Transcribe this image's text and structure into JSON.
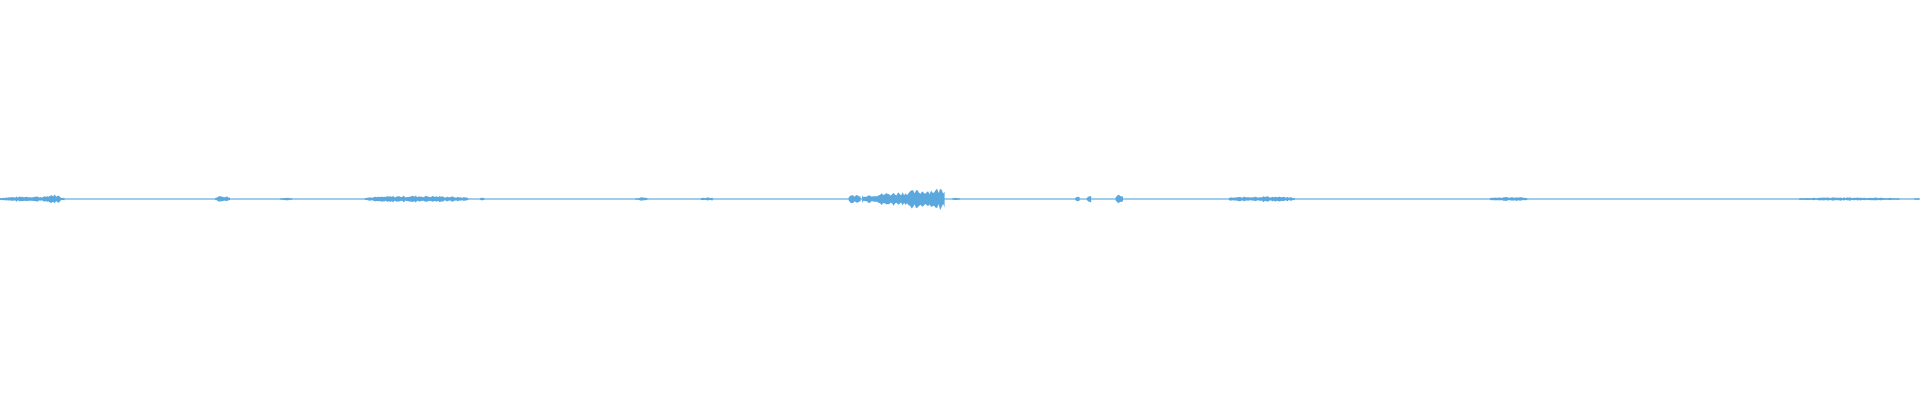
{
  "waveform": {
    "color": "#5aa8dd",
    "baseline_color": "#7fbde6",
    "duration_fraction_axis": "time",
    "segments": [
      {
        "start": 0.0,
        "end": 0.034,
        "amplitude": 0.015
      },
      {
        "start": 0.023,
        "end": 0.032,
        "amplitude": 0.025
      },
      {
        "start": 0.112,
        "end": 0.12,
        "amplitude": 0.018
      },
      {
        "start": 0.146,
        "end": 0.153,
        "amplitude": 0.008
      },
      {
        "start": 0.19,
        "end": 0.244,
        "amplitude": 0.018
      },
      {
        "start": 0.25,
        "end": 0.253,
        "amplitude": 0.008
      },
      {
        "start": 0.331,
        "end": 0.338,
        "amplitude": 0.01
      },
      {
        "start": 0.365,
        "end": 0.372,
        "amplitude": 0.01
      },
      {
        "start": 0.442,
        "end": 0.449,
        "amplitude": 0.025
      },
      {
        "start": 0.449,
        "end": 0.492,
        "amplitude": 0.06
      },
      {
        "start": 0.496,
        "end": 0.5,
        "amplitude": 0.008
      },
      {
        "start": 0.56,
        "end": 0.563,
        "amplitude": 0.012
      },
      {
        "start": 0.566,
        "end": 0.569,
        "amplitude": 0.018
      },
      {
        "start": 0.581,
        "end": 0.585,
        "amplitude": 0.025
      },
      {
        "start": 0.64,
        "end": 0.675,
        "amplitude": 0.015
      },
      {
        "start": 0.776,
        "end": 0.796,
        "amplitude": 0.012
      },
      {
        "start": 0.937,
        "end": 0.99,
        "amplitude": 0.009
      },
      {
        "start": 0.997,
        "end": 1.0,
        "amplitude": 0.008
      }
    ]
  }
}
